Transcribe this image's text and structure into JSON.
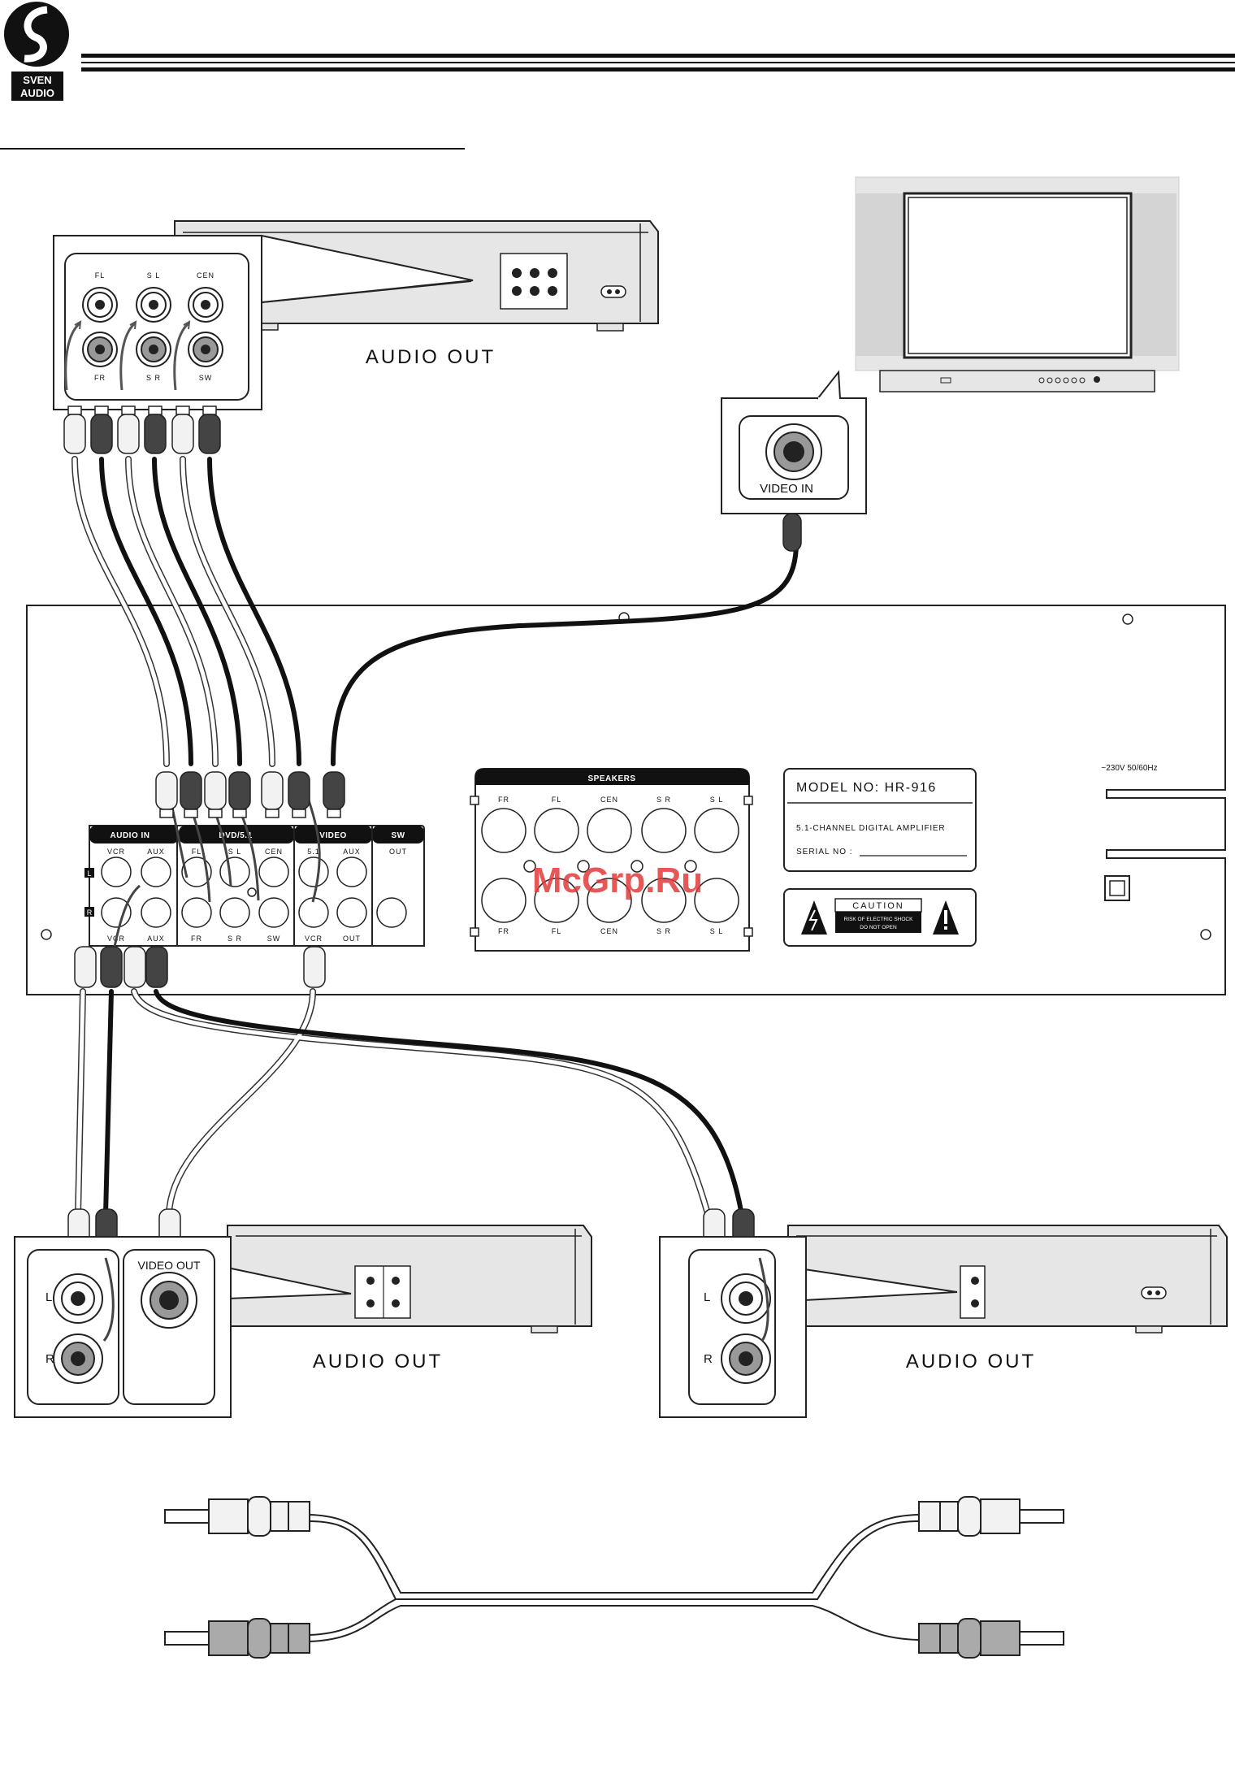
{
  "logo": {
    "line1": "SVEN",
    "line2": "AUDIO"
  },
  "dvd_player": {
    "panel_labels_top": [
      "FL",
      "S L",
      "CEN"
    ],
    "panel_labels_bottom": [
      "FR",
      "S R",
      "SW"
    ],
    "caption": "AUDIO OUT"
  },
  "tv": {
    "jack_label": "VIDEO IN"
  },
  "amplifier": {
    "group_headers": [
      "AUDIO IN",
      "DVD/5.1",
      "VIDEO",
      "SW"
    ],
    "audio_in_top": [
      "VCR",
      "AUX"
    ],
    "audio_in_bottom": [
      "VCR",
      "AUX"
    ],
    "dvd_top": [
      "FL",
      "S L",
      "CEN"
    ],
    "dvd_bottom": [
      "FR",
      "S R",
      "SW"
    ],
    "video_top": [
      "5.1",
      "AUX"
    ],
    "video_bottom": [
      "VCR",
      "OUT"
    ],
    "sw_top": "OUT",
    "lr_marks": [
      "L",
      "R"
    ],
    "speakers_title": "SPEAKERS",
    "speaker_labels": [
      "FR",
      "FL",
      "CEN",
      "S R",
      "S L"
    ],
    "model_no": "MODEL NO: HR-916",
    "description": "5.1-CHANNEL DIGITAL AMPLIFIER",
    "serial_no": "SERIAL NO :",
    "caution_title": "CAUTION",
    "caution_line1": "RISK OF ELECTRIC SHOCK",
    "caution_line2": "DO NOT OPEN",
    "power_rating": "~230V  50/60Hz"
  },
  "vcr": {
    "l": "L",
    "r": "R",
    "video_out": "VIDEO OUT",
    "caption": "AUDIO OUT"
  },
  "aux_device": {
    "l": "L",
    "r": "R",
    "caption": "AUDIO OUT"
  },
  "watermark": "McGrp.Ru",
  "colors": {
    "dark_plug": "#444444",
    "light_plug": "#f2f2f2",
    "device_grey": "#e6e6e6",
    "red_watermark": "#e23b3b"
  }
}
